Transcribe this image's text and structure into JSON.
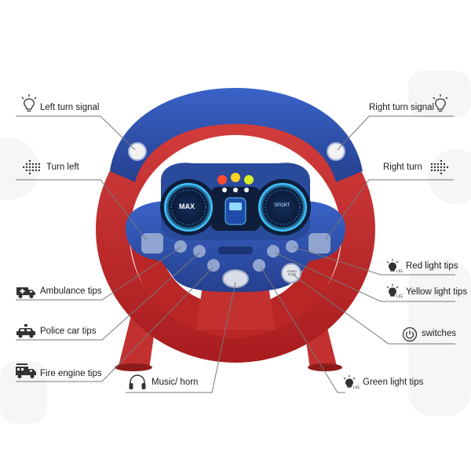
{
  "labels": {
    "left_turn_signal": "Left turn signal",
    "right_turn_signal": "Right turn signal",
    "turn_left": "Turn left",
    "turn_right": "Right turn",
    "red_light_tips": "Red light tips",
    "yellow_light_tips": "Yellow light tips",
    "ambulance_tips": "Ambulance tips",
    "police_car_tips": "Police car tips",
    "switches": "switches",
    "fire_engine_tips": "Fire engine tips",
    "music_horn": "Music/ horn",
    "green_light_tips": "Green light tips"
  },
  "dashboard": {
    "left_gauge_text": "MAX",
    "right_gauge_text": "SPORT",
    "start_button_text": "START STOP"
  },
  "icons": {
    "bulb": "lightbulb-icon",
    "arrow_left": "dotted-left-arrow-icon",
    "arrow_right": "dotted-right-arrow-icon",
    "ambulance": "ambulance-icon",
    "police": "police-car-icon",
    "fire": "fire-engine-icon",
    "headphones": "headphones-icon",
    "power": "power-icon"
  },
  "colors": {
    "wheel_red": "#c52a2a",
    "wheel_blue": "#2f4fa8",
    "dash_dark": "#0e1e3a",
    "gauge_cyan": "#3fc3ff",
    "leader_line": "#777777"
  }
}
